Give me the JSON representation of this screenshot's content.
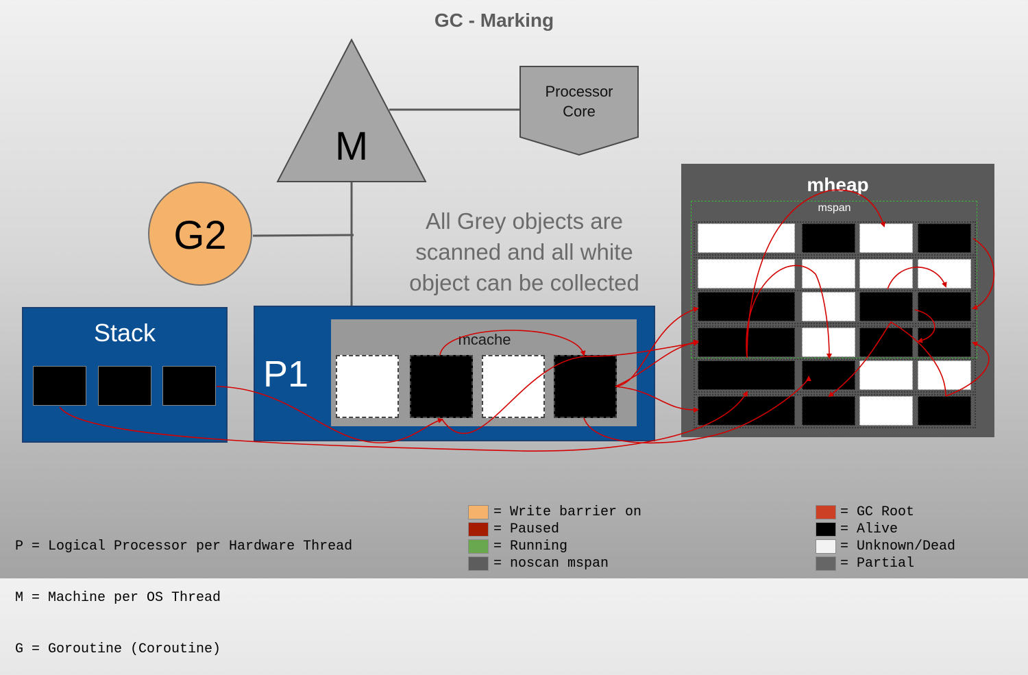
{
  "title": "GC - Marking",
  "machine": {
    "label": "M"
  },
  "processor_core": {
    "line1": "Processor",
    "line2": "Core"
  },
  "goroutine": {
    "label": "G2"
  },
  "note": {
    "line1": "All Grey objects are",
    "line2": "scanned and all white",
    "line3": "object can be collected"
  },
  "stack": {
    "label": "Stack",
    "objects": [
      "alive",
      "alive",
      "alive"
    ]
  },
  "processor": {
    "label": "P1"
  },
  "mcache": {
    "label": "mcache",
    "objects": [
      "white",
      "black",
      "white",
      "black"
    ]
  },
  "mheap": {
    "label": "mheap",
    "mspan_label": "mspan",
    "rows": [
      [
        "white",
        "black",
        "white",
        "black"
      ],
      [
        "white",
        "white",
        "white",
        "white"
      ],
      [
        "black",
        "white",
        "black",
        "black"
      ],
      [
        "black",
        "white",
        "black",
        "black"
      ],
      [
        "black",
        "black",
        "white",
        "white"
      ],
      [
        "black",
        "black",
        "white",
        "black"
      ]
    ]
  },
  "legend": {
    "definitions": [
      "P = Logical Processor per Hardware Thread",
      "M = Machine per OS Thread",
      "G = Goroutine (Coroutine)"
    ],
    "states": [
      {
        "color": "#f5b26b",
        "text": "= Write barrier on"
      },
      {
        "color": "#a61c00",
        "text": "= Paused"
      },
      {
        "color": "#6aa84f",
        "text": "= Running"
      },
      {
        "color": "#5d5d5d",
        "text": "= noscan mspan"
      }
    ],
    "objects": [
      {
        "color": "#cc4125",
        "text": "= GC Root"
      },
      {
        "color": "#000000",
        "text": "= Alive"
      },
      {
        "color": "#f3f3f3",
        "text": "= Unknown/Dead"
      },
      {
        "color": "#666666",
        "text": "= Partial"
      }
    ]
  },
  "colors": {
    "processor_blue": "#0c5094",
    "arrow_red": "#d40000",
    "machine_grey": "#a6a6a6",
    "mheap_bg": "#595959"
  }
}
